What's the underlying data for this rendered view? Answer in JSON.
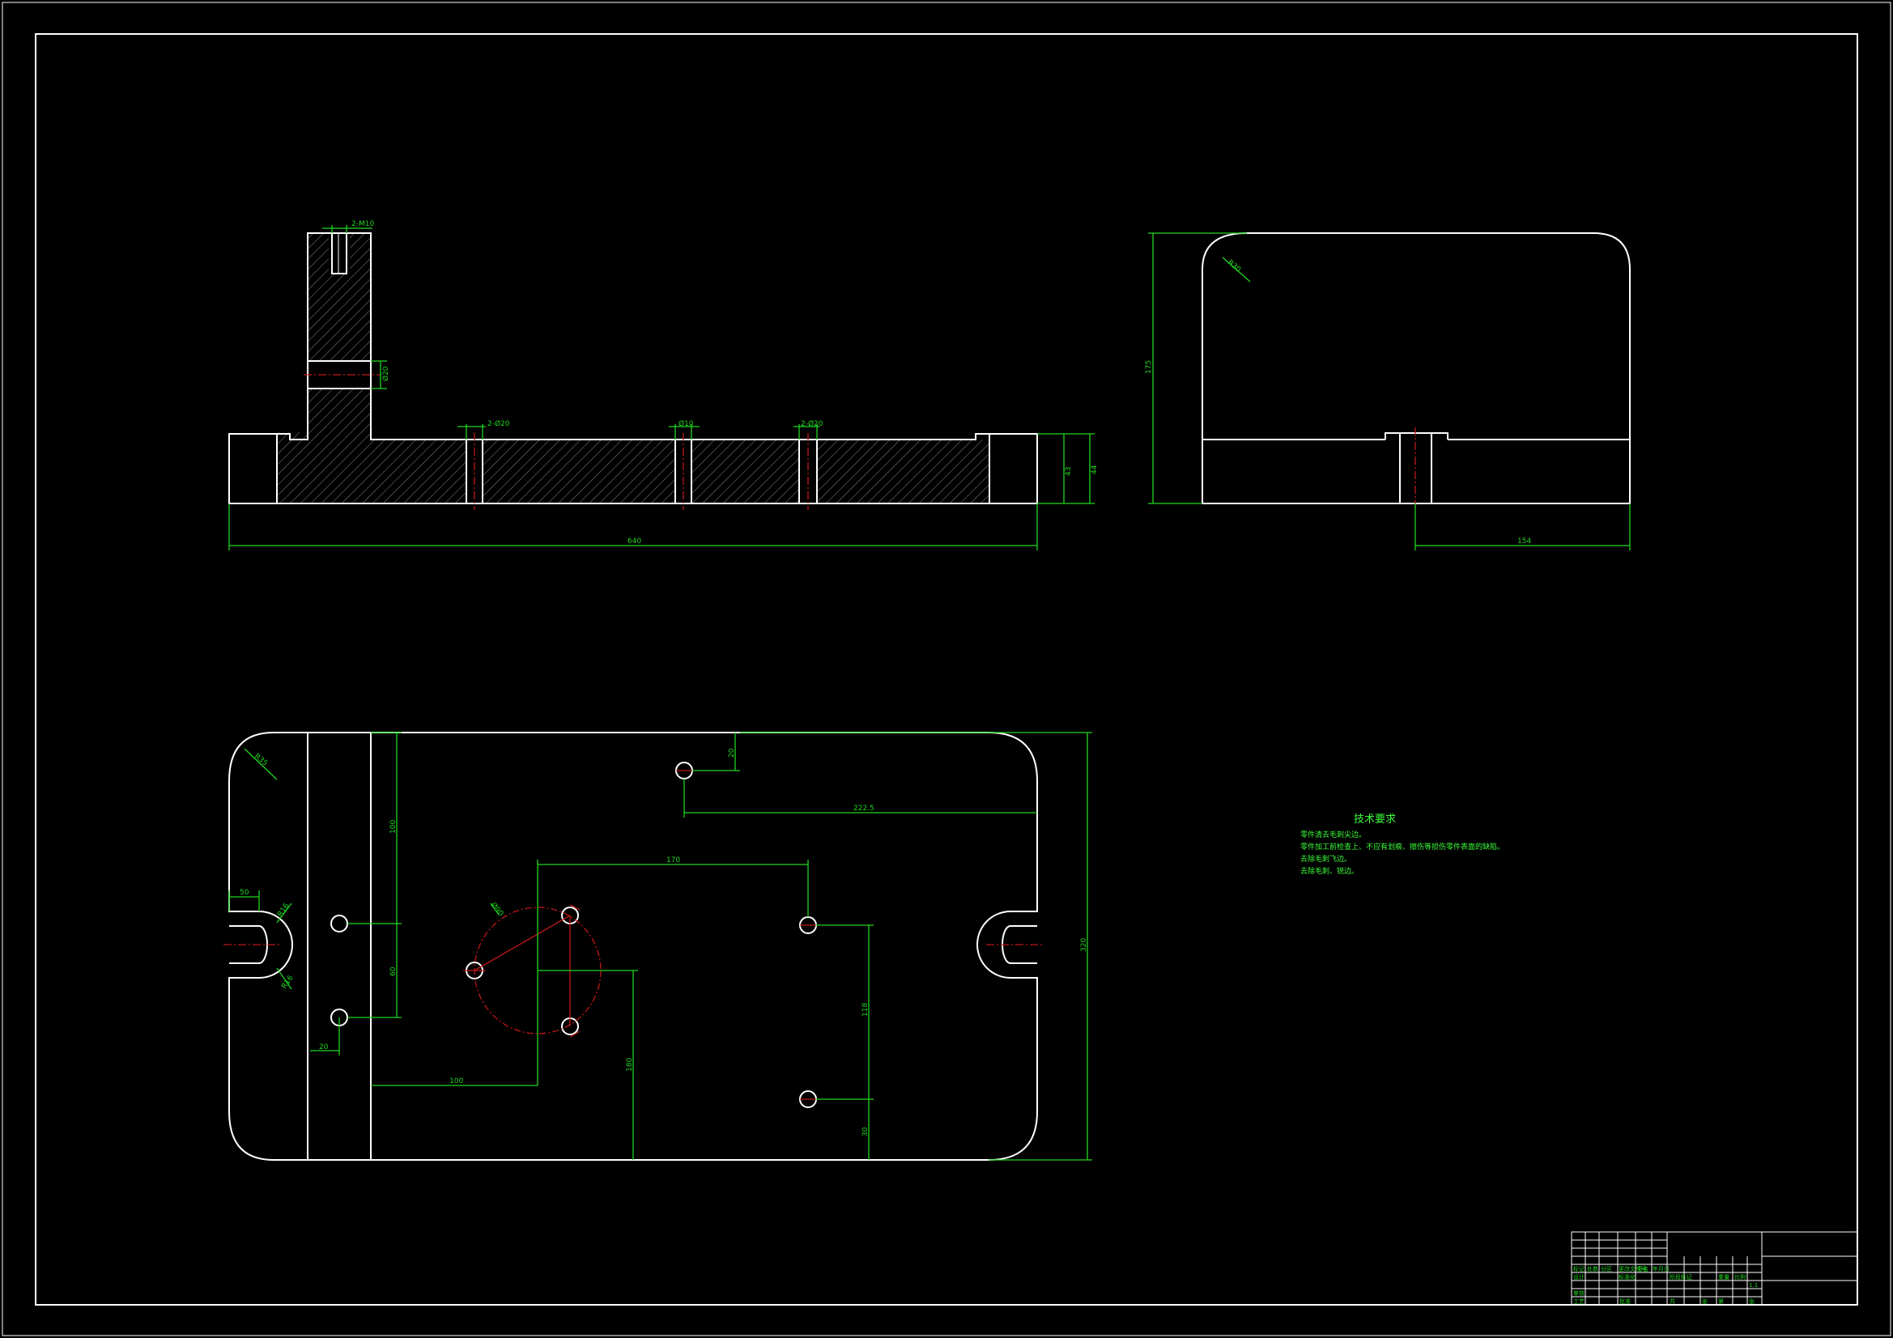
{
  "colors": {
    "background": "#000000",
    "outline": "#ffffff",
    "dimension": "#1fd61f",
    "centerline": "#c01818",
    "notes": "#3cff3c"
  },
  "front_view": {
    "dims": {
      "top_slot": "2-M10",
      "side_hole": "Ø20",
      "hole_a": "2-Ø20",
      "hole_b": "Ø10",
      "hole_c": "2-Ø20",
      "overall_length": "640",
      "height_inner": "43",
      "height_outer": "44"
    }
  },
  "side_view": {
    "dims": {
      "corner_radius": "R30",
      "height": "175",
      "width": "154"
    }
  },
  "top_view": {
    "dims": {
      "corner_radius": "R35",
      "slot_width": "50",
      "slot_radius_upper": "R16",
      "slot_radius_lower": "R16",
      "vertical_upper": "100",
      "vertical_lower": "60",
      "left_offset": "20",
      "top_offset": "20",
      "long_horizontal": "222.5",
      "spacing_top": "170",
      "bolt_circle": "Ø90",
      "horizontal_bottom": "100",
      "vertical_center": "180",
      "right_spacing": "118",
      "bottom_right": "30",
      "overall_height": "320"
    }
  },
  "notes": {
    "title": "技术要求",
    "lines": [
      "零件清去毛刺尖边。",
      "零件加工前检查上、不应有划痕、擦伤等损伤零件表面的缺陷。",
      "去除毛刺飞边。",
      "去除毛刺、锐边。"
    ]
  },
  "title_block": {
    "labels": [
      "标记",
      "处数",
      "分区",
      "更改文件号",
      "签名",
      "年月日",
      "设计",
      "标准化",
      "阶段标记",
      "重量",
      "比例",
      "审核",
      "工艺",
      "批准",
      "共",
      "张",
      "第",
      "张"
    ],
    "scale": "1:1"
  }
}
